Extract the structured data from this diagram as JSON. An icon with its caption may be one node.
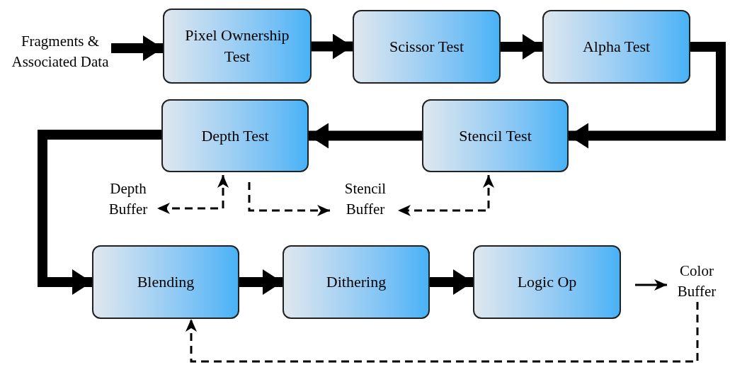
{
  "diagram": {
    "nodes": [
      {
        "text": [
          "Fragments & Associated Data"
        ]
      },
      {
        "text": [
          "Pixel Ownership Test"
        ]
      },
      {
        "text": [
          "Scissor Test"
        ]
      },
      {
        "text": [
          "Alpha Test"
        ]
      },
      {
        "text": [
          "Stencil Test"
        ]
      },
      {
        "text": [
          "Depth Test"
        ]
      },
      {
        "text": [
          "Depth Buffer"
        ]
      },
      {
        "text": [
          "Stencil Buffer"
        ]
      },
      {
        "text": [
          "Blending"
        ]
      },
      {
        "text": [
          "Dithering"
        ]
      },
      {
        "text": [
          "Logic Op"
        ]
      },
      {
        "text": [
          "Color Buffer"
        ]
      }
    ],
    "edges": [
      {
        "from": 0,
        "to": 1,
        "arrow": "to"
      },
      {
        "from": 1,
        "to": 2,
        "arrow": "to"
      },
      {
        "from": 2,
        "to": 3,
        "arrow": "to"
      },
      {
        "from": 3,
        "to": 4,
        "arrow": "to"
      },
      {
        "from": 4,
        "to": 5,
        "arrow": "to"
      },
      {
        "from": 5,
        "to": 8,
        "arrow": "to"
      },
      {
        "from": 8,
        "to": 9,
        "arrow": "to"
      },
      {
        "from": 9,
        "to": 10,
        "arrow": "to"
      },
      {
        "from": 10,
        "to": 11,
        "arrow": "to"
      },
      {
        "from": 11,
        "to": 8,
        "arrow": "to",
        "style": "dashed"
      },
      {
        "from": 5,
        "to": 6,
        "arrow": "both",
        "style": "dashed"
      },
      {
        "from": 5,
        "to": 7,
        "arrow": "to",
        "style": "dashed"
      },
      {
        "from": 4,
        "to": 7,
        "arrow": "both",
        "style": "dashed"
      }
    ]
  }
}
